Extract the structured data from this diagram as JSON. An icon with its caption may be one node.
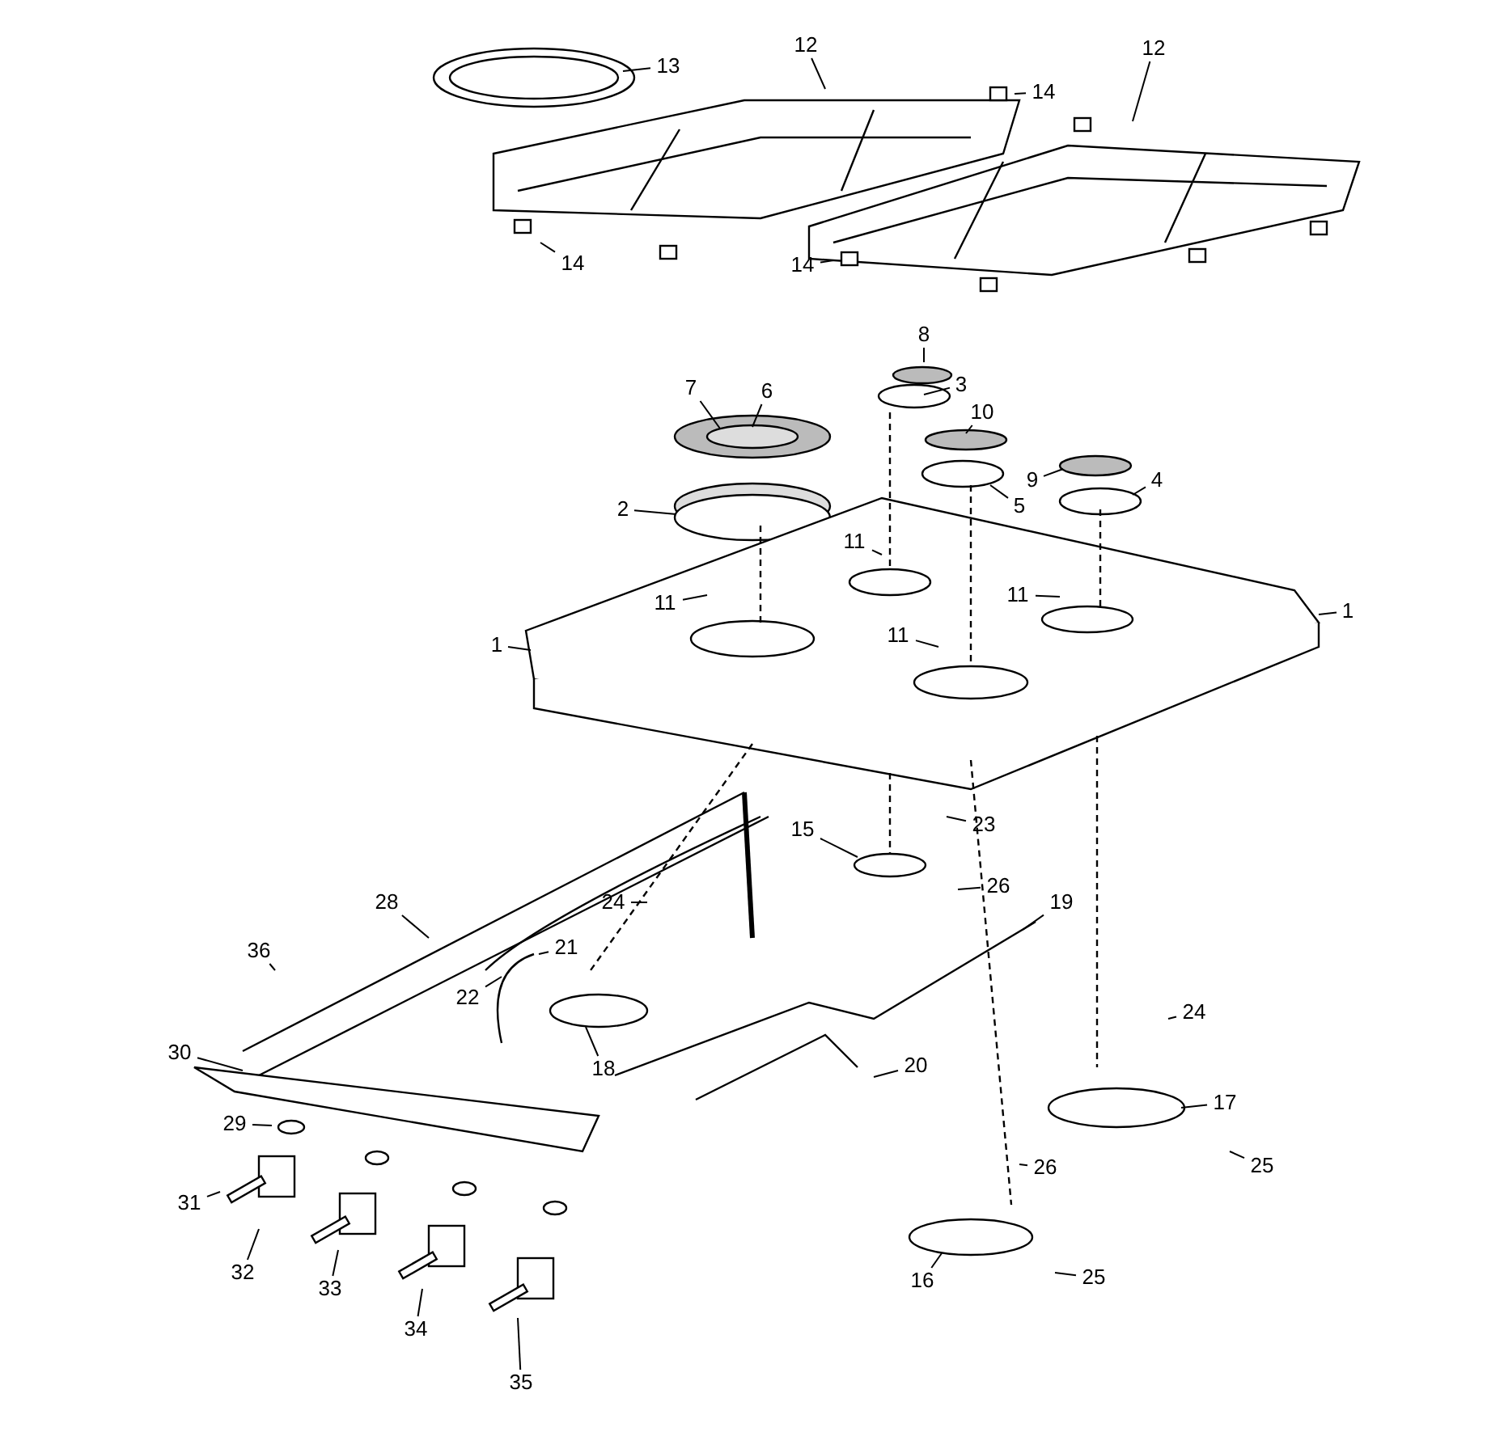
{
  "diagram": {
    "nodes": [
      {
        "text": [
          "13"
        ]
      },
      {
        "text": [
          "12"
        ]
      },
      {
        "text": [
          "14"
        ]
      },
      {
        "text": [
          "12"
        ]
      },
      {
        "text": [
          "14"
        ]
      },
      {
        "text": [
          "14"
        ]
      },
      {
        "text": [
          "8"
        ]
      },
      {
        "text": [
          "3"
        ]
      },
      {
        "text": [
          "7"
        ]
      },
      {
        "text": [
          "6"
        ]
      },
      {
        "text": [
          "10"
        ]
      },
      {
        "text": [
          "9"
        ]
      },
      {
        "text": [
          "4"
        ]
      },
      {
        "text": [
          "2"
        ]
      },
      {
        "text": [
          "5"
        ]
      },
      {
        "text": [
          "11"
        ]
      },
      {
        "text": [
          "11"
        ]
      },
      {
        "text": [
          "11"
        ]
      },
      {
        "text": [
          "1"
        ]
      },
      {
        "text": [
          "1"
        ]
      },
      {
        "text": [
          "11"
        ]
      },
      {
        "text": [
          "23"
        ]
      },
      {
        "text": [
          "15"
        ]
      },
      {
        "text": [
          "26"
        ]
      },
      {
        "text": [
          "24"
        ]
      },
      {
        "text": [
          "19"
        ]
      },
      {
        "text": [
          "28"
        ]
      },
      {
        "text": [
          "21"
        ]
      },
      {
        "text": [
          "36"
        ]
      },
      {
        "text": [
          "22"
        ]
      },
      {
        "text": [
          "24"
        ]
      },
      {
        "text": [
          "18"
        ]
      },
      {
        "text": [
          "20"
        ]
      },
      {
        "text": [
          "30"
        ]
      },
      {
        "text": [
          "17"
        ]
      },
      {
        "text": [
          "29"
        ]
      },
      {
        "text": [
          "26"
        ]
      },
      {
        "text": [
          "25"
        ]
      },
      {
        "text": [
          "31"
        ]
      },
      {
        "text": [
          "32"
        ]
      },
      {
        "text": [
          "33"
        ]
      },
      {
        "text": [
          "34"
        ]
      },
      {
        "text": [
          "16"
        ]
      },
      {
        "text": [
          "25"
        ]
      },
      {
        "text": [
          "35"
        ]
      }
    ],
    "edges": [
      {
        "from": 0,
        "to": null,
        "arrow": "none"
      },
      {
        "from": 1,
        "to": null,
        "arrow": "none"
      },
      {
        "from": 2,
        "to": null,
        "arrow": "none"
      },
      {
        "from": 3,
        "to": null,
        "arrow": "none"
      },
      {
        "from": 4,
        "to": null,
        "arrow": "none"
      },
      {
        "from": 5,
        "to": null,
        "arrow": "none"
      },
      {
        "from": 6,
        "to": null,
        "arrow": "none"
      },
      {
        "from": 7,
        "to": null,
        "arrow": "none"
      },
      {
        "from": 8,
        "to": null,
        "arrow": "none"
      },
      {
        "from": 9,
        "to": null,
        "arrow": "none"
      },
      {
        "from": 10,
        "to": null,
        "arrow": "none"
      },
      {
        "from": 11,
        "to": null,
        "arrow": "none"
      },
      {
        "from": 12,
        "to": null,
        "arrow": "none"
      },
      {
        "from": 13,
        "to": null,
        "arrow": "none"
      },
      {
        "from": 14,
        "to": null,
        "arrow": "none"
      },
      {
        "from": 15,
        "to": null,
        "arrow": "none"
      },
      {
        "from": 16,
        "to": null,
        "arrow": "none"
      },
      {
        "from": 17,
        "to": null,
        "arrow": "none"
      },
      {
        "from": 18,
        "to": null,
        "arrow": "none"
      },
      {
        "from": 19,
        "to": null,
        "arrow": "none"
      },
      {
        "from": 20,
        "to": null,
        "arrow": "none"
      },
      {
        "from": 21,
        "to": null,
        "arrow": "none"
      },
      {
        "from": 22,
        "to": null,
        "arrow": "none"
      },
      {
        "from": 23,
        "to": null,
        "arrow": "none"
      },
      {
        "from": 24,
        "to": null,
        "arrow": "none"
      },
      {
        "from": 25,
        "to": null,
        "arrow": "none"
      },
      {
        "from": 26,
        "to": null,
        "arrow": "none"
      },
      {
        "from": 27,
        "to": null,
        "arrow": "none"
      },
      {
        "from": 28,
        "to": null,
        "arrow": "none"
      },
      {
        "from": 29,
        "to": null,
        "arrow": "none"
      },
      {
        "from": 30,
        "to": null,
        "arrow": "none"
      },
      {
        "from": 31,
        "to": null,
        "arrow": "none"
      },
      {
        "from": 32,
        "to": null,
        "arrow": "none"
      },
      {
        "from": 33,
        "to": null,
        "arrow": "none"
      },
      {
        "from": 34,
        "to": null,
        "arrow": "none"
      },
      {
        "from": 35,
        "to": null,
        "arrow": "none"
      },
      {
        "from": 36,
        "to": null,
        "arrow": "none"
      },
      {
        "from": 37,
        "to": null,
        "arrow": "none"
      },
      {
        "from": 38,
        "to": null,
        "arrow": "none"
      },
      {
        "from": 39,
        "to": null,
        "arrow": "none"
      },
      {
        "from": 40,
        "to": null,
        "arrow": "none"
      },
      {
        "from": 41,
        "to": null,
        "arrow": "none"
      },
      {
        "from": 42,
        "to": null,
        "arrow": "none"
      },
      {
        "from": 43,
        "to": null,
        "arrow": "none"
      },
      {
        "from": 44,
        "to": null,
        "arrow": "none"
      }
    ]
  }
}
